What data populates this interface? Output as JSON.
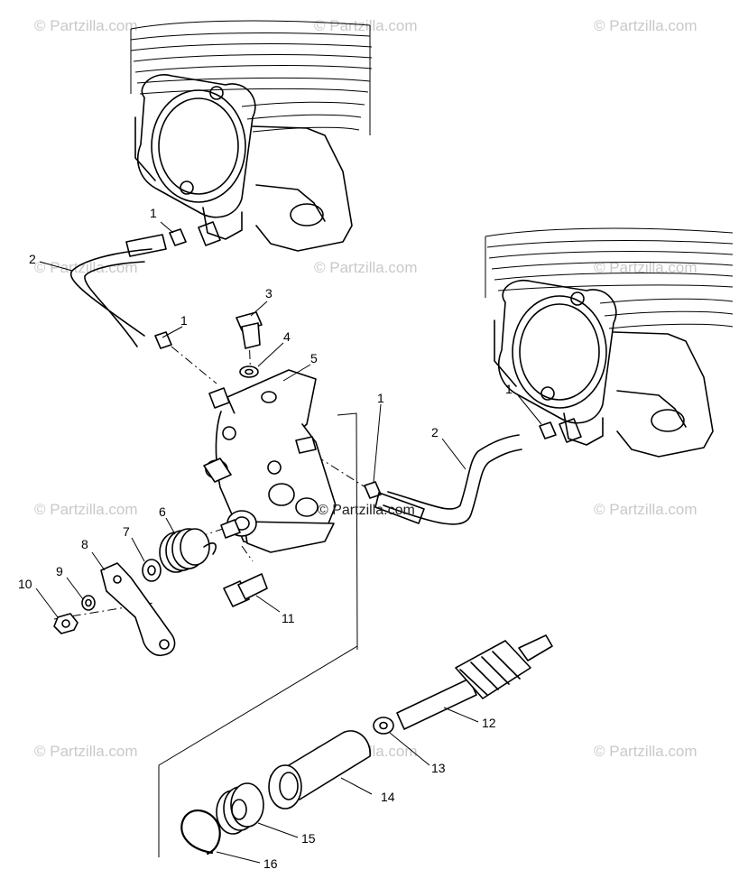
{
  "watermark": {
    "text": "© Partzilla.com",
    "center_text": "© Partzilla.com"
  },
  "callouts": [
    {
      "id": "1a",
      "label": "1"
    },
    {
      "id": "2a",
      "label": "2"
    },
    {
      "id": "1b",
      "label": "1"
    },
    {
      "id": "3",
      "label": "3"
    },
    {
      "id": "4",
      "label": "4"
    },
    {
      "id": "5",
      "label": "5"
    },
    {
      "id": "1c",
      "label": "1"
    },
    {
      "id": "2b",
      "label": "2"
    },
    {
      "id": "1d",
      "label": "1"
    },
    {
      "id": "6",
      "label": "6"
    },
    {
      "id": "7",
      "label": "7"
    },
    {
      "id": "8",
      "label": "8"
    },
    {
      "id": "9",
      "label": "9"
    },
    {
      "id": "10",
      "label": "10"
    },
    {
      "id": "11",
      "label": "11"
    },
    {
      "id": "12",
      "label": "12"
    },
    {
      "id": "13",
      "label": "13"
    },
    {
      "id": "14",
      "label": "14"
    },
    {
      "id": "15",
      "label": "15"
    },
    {
      "id": "16",
      "label": "16"
    }
  ]
}
